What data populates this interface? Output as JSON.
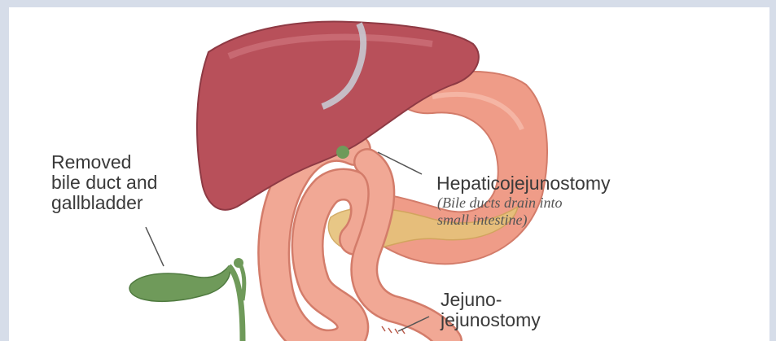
{
  "labels": {
    "removed": [
      "Removed",
      "bile duct and",
      "gallbladder"
    ],
    "hepaticojejunostomy": {
      "title": "Hepaticojejunostomy",
      "note": [
        "(Bile ducts drain into",
        "small intestine)"
      ]
    },
    "jejunojejunostomy": [
      "Jejuno-",
      "jejunostomy"
    ]
  },
  "colors": {
    "background": "#d6dde9",
    "panel": "#ffffff",
    "liver": "#b8505a",
    "stomach": "#ef9c88",
    "intestine": "#f1a895",
    "gallbladder": "#6f9a5a",
    "pancreas": "#e6c27a",
    "leader_line": "#555555"
  }
}
